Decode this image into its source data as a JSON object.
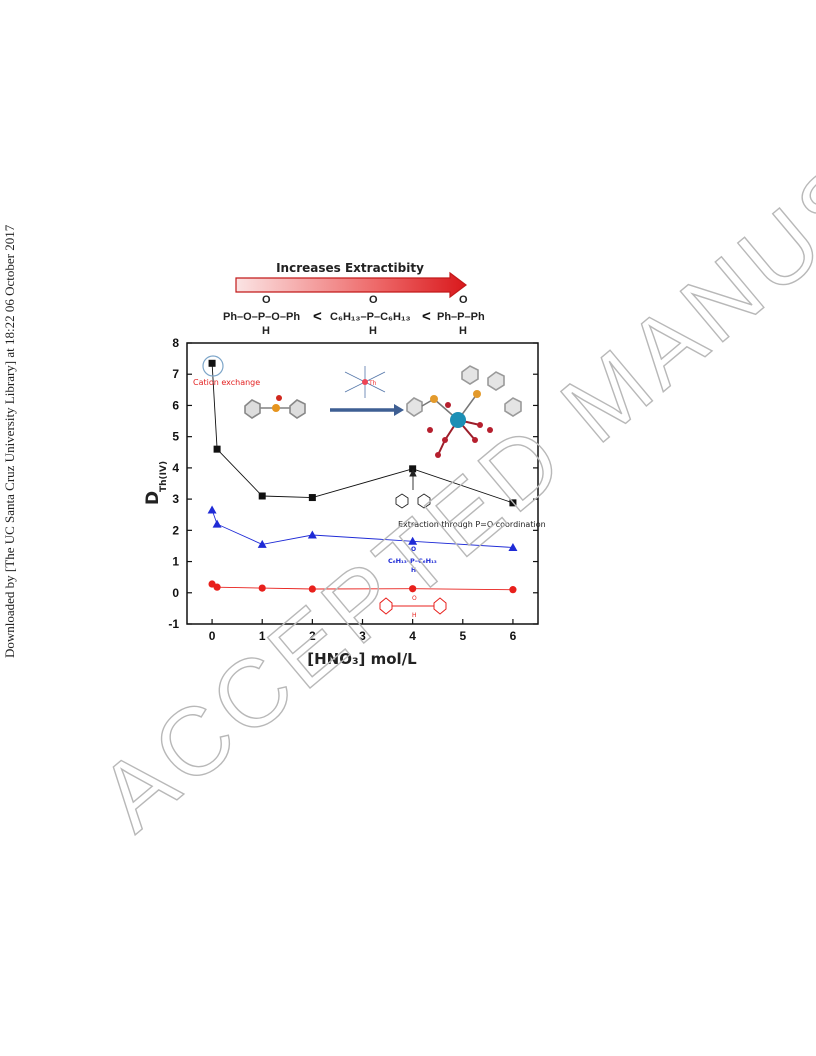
{
  "side_note": "Downloaded by [The UC Santa Cruz University Library] at 18:22 06 October 2017",
  "watermark": "ACCEPTED MANUSCRIPT",
  "banner": {
    "label": "Increases Extractibity"
  },
  "ranking": {
    "a": "Ph–O–P–O–Ph",
    "b": "C₆H₁₃–P–C₆H₁₃",
    "c": "Ph–P–Ph",
    "lt": "<",
    "o": "O",
    "h": "H"
  },
  "annotations": {
    "cation_exchange": "Cation exchange",
    "po_coordination": "Extraction through P=O coordination",
    "th_label": "Th",
    "mol_blue": "C₆H₁₃–P–C₆H₁₃",
    "o": "O",
    "h": "H"
  },
  "chart_data": {
    "type": "line",
    "xlabel": "[HNO₃] mol/L",
    "ylabel": "D",
    "ylabel_sub": "Th(IV)",
    "xlim": [
      -0.5,
      6.5
    ],
    "ylim": [
      -1,
      8
    ],
    "xticks": [
      0,
      1,
      2,
      3,
      4,
      5,
      6
    ],
    "yticks": [
      -1,
      0,
      1,
      2,
      3,
      4,
      5,
      6,
      7,
      8
    ],
    "grid": false,
    "series": [
      {
        "marker": "square",
        "color": "#111111",
        "x": [
          0,
          0.1,
          1,
          2,
          4,
          6
        ],
        "y": [
          7.35,
          4.6,
          3.1,
          3.05,
          3.97,
          2.88
        ]
      },
      {
        "marker": "triangle",
        "color": "#1f2bd6",
        "x": [
          0,
          0.1,
          1,
          2,
          4,
          6
        ],
        "y": [
          2.65,
          2.2,
          1.55,
          1.85,
          1.65,
          1.45
        ]
      },
      {
        "marker": "circle",
        "color": "#e8201c",
        "x": [
          0,
          0.1,
          1,
          2,
          4,
          6
        ],
        "y": [
          0.28,
          0.18,
          0.15,
          0.12,
          0.13,
          0.1
        ]
      }
    ]
  }
}
